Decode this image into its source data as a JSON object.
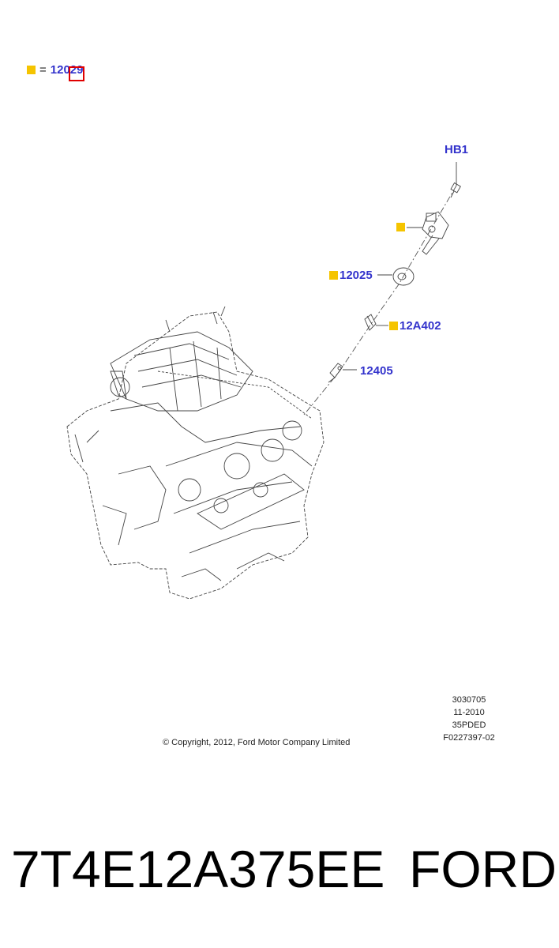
{
  "legend": {
    "equals": "=",
    "part": "12029"
  },
  "callouts": {
    "hb1": "HB1",
    "c12025": "12025",
    "c12a402": "12A402",
    "c12405": "12405"
  },
  "meta": {
    "line1": "3030705",
    "line2": "11-2010",
    "line3": "35PDED",
    "line4": "F0227397-02"
  },
  "copyright": "© Copyright, 2012, Ford Motor Company Limited",
  "part_number": "7T4E12A375EE",
  "brand": "FORD",
  "colors": {
    "callout_text": "#3333cc",
    "marker": "#f5c400",
    "highlight": "#e00000"
  }
}
